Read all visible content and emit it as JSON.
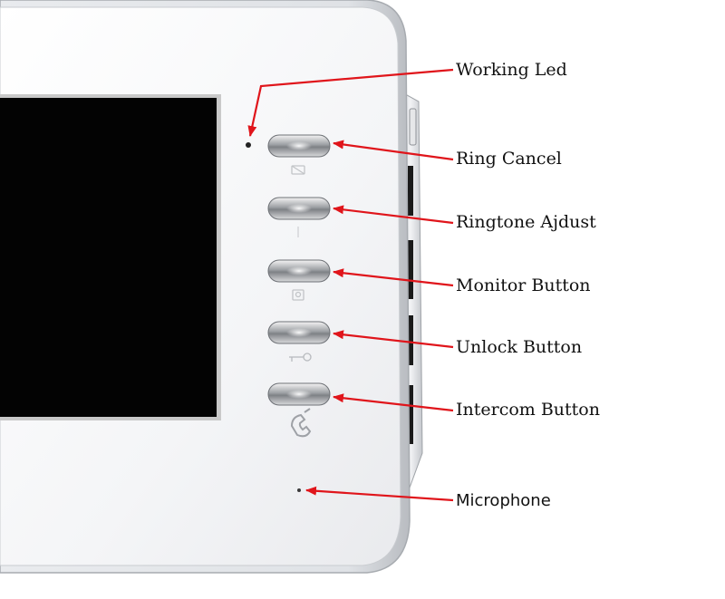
{
  "figure": {
    "accent_color": "#e0151b",
    "device_color": "#f3f4f6",
    "screen_color": "#030303"
  },
  "callouts": [
    {
      "id": "working-led",
      "label": "Working Led"
    },
    {
      "id": "ring-cancel",
      "label": "Ring Cancel"
    },
    {
      "id": "ringtone-adjust",
      "label": "Ringtone Ajdust"
    },
    {
      "id": "monitor-button",
      "label": "Monitor Button"
    },
    {
      "id": "unlock-button",
      "label": "Unlock Button"
    },
    {
      "id": "intercom-button",
      "label": "Intercom Button"
    },
    {
      "id": "microphone",
      "label": "Microphone"
    }
  ]
}
